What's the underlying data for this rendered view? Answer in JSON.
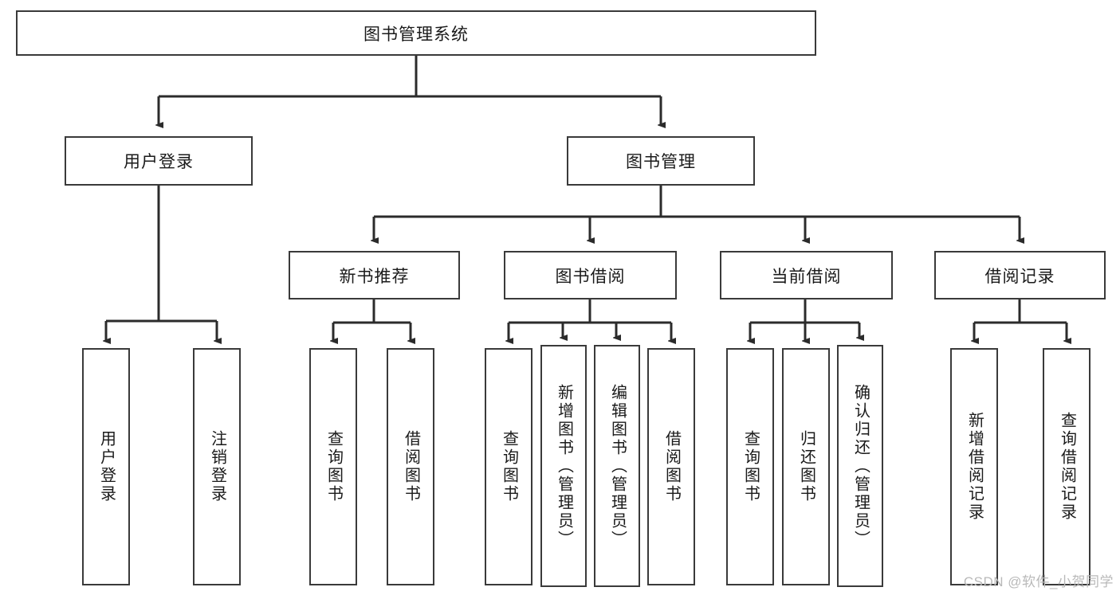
{
  "diagram": {
    "title": "图书管理系统",
    "type": "功能结构图",
    "root": {
      "id": "root",
      "label": "图书管理系统"
    },
    "level2": [
      {
        "id": "login",
        "label": "用户登录"
      },
      {
        "id": "bookmgmt",
        "label": "图书管理"
      }
    ],
    "level3": [
      {
        "id": "newbook",
        "label": "新书推荐",
        "parent": "bookmgmt"
      },
      {
        "id": "borrow",
        "label": "图书借阅",
        "parent": "bookmgmt"
      },
      {
        "id": "current",
        "label": "当前借阅",
        "parent": "bookmgmt"
      },
      {
        "id": "record",
        "label": "借阅记录",
        "parent": "bookmgmt"
      }
    ],
    "leaves": [
      {
        "id": "leaf-user-login",
        "label": "用户登录",
        "parent": "login"
      },
      {
        "id": "leaf-user-logout",
        "label": "注销登录",
        "parent": "login"
      },
      {
        "id": "leaf-query-book-1",
        "label": "查询图书",
        "parent": "newbook"
      },
      {
        "id": "leaf-borrow-book-1",
        "label": "借阅图书",
        "parent": "newbook"
      },
      {
        "id": "leaf-query-book-2",
        "label": "查询图书",
        "parent": "borrow"
      },
      {
        "id": "leaf-add-book",
        "label": "新增图书（管理员）",
        "parent": "borrow"
      },
      {
        "id": "leaf-edit-book",
        "label": "编辑图书（管理员）",
        "parent": "borrow"
      },
      {
        "id": "leaf-borrow-book-2",
        "label": "借阅图书",
        "parent": "borrow"
      },
      {
        "id": "leaf-query-book-3",
        "label": "查询图书",
        "parent": "current"
      },
      {
        "id": "leaf-return-book",
        "label": "归还图书",
        "parent": "current"
      },
      {
        "id": "leaf-confirm-return",
        "label": "确认归还（管理员）",
        "parent": "current"
      },
      {
        "id": "leaf-add-record",
        "label": "新增借阅记录",
        "parent": "record"
      },
      {
        "id": "leaf-query-record",
        "label": "查询借阅记录",
        "parent": "record"
      }
    ],
    "colors": {
      "border": "#3a3a3a",
      "background": "#ffffff",
      "text": "#1a1a1a",
      "watermark": "#b9b9b9"
    }
  },
  "watermark": {
    "text": "CSDN @软件_小贺同学"
  }
}
